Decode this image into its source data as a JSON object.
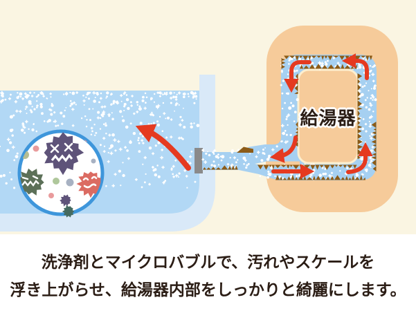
{
  "heater": {
    "label": "給湯器"
  },
  "caption": {
    "line1": "洗浄剤とマイクロバブルで、汚れやスケールを",
    "line2": "浮き上がらせ、給湯器内部をしっかりと綺麗にします。"
  },
  "colors": {
    "bg": "#FAF5E2",
    "caption_bg": "#FFFFFF",
    "tub_shell": "#D9E9F8",
    "water": "#B2D8F5",
    "pipe_water": "#A6D0F1",
    "bubble": "#FFFFFF",
    "heater_body": "#F6CB9A",
    "island_border": "#FCEFD0",
    "scale": "#8C5B17",
    "arrow": "#E53A20",
    "nozzle": "#8A8A8A",
    "ring": "#3E96DB",
    "circle_fill": "#FFFFFF",
    "germ_purple": "#5E5379",
    "germ_green": "#5C7058",
    "germ_red": "#DB6B62",
    "germ_teal": "#456A60",
    "dot_pink": "#E99B9C",
    "dot_olive": "#B5BD92",
    "dot_green": "#AFC79B",
    "dot_grayblue": "#A7B1C2",
    "dot_purple": "#5E5379",
    "text": "#2B1D15"
  }
}
